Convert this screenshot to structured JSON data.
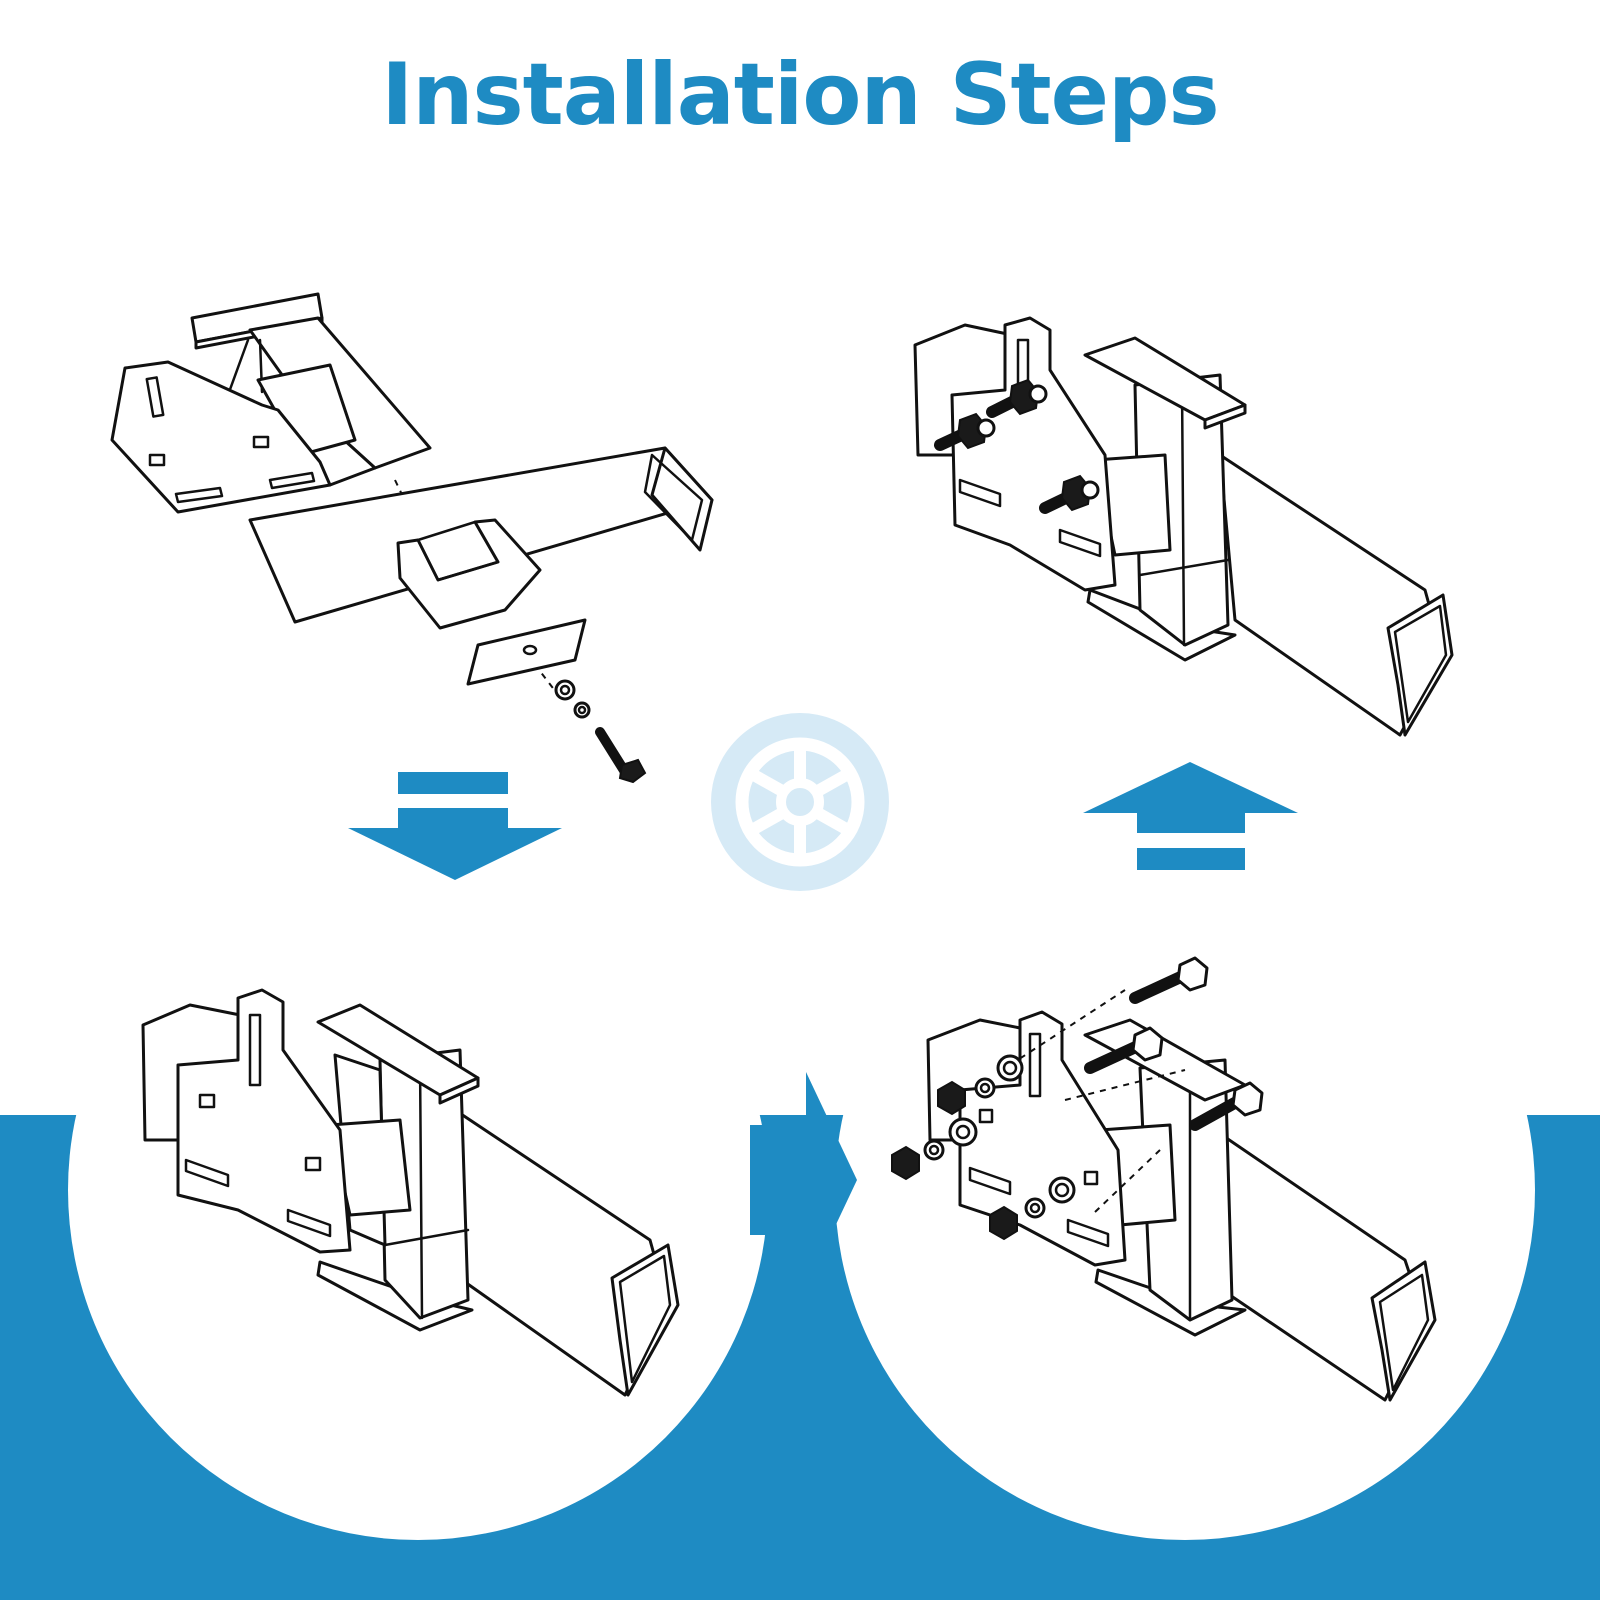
{
  "title": "Installation Steps",
  "colors": {
    "accent": "#1e8bc3",
    "icon_bg": "#d6eaf6",
    "line": "#111111",
    "background": "#ffffff"
  },
  "steps": [
    {
      "position": "top-left",
      "depicts": "exploded-bracket-assembly"
    },
    {
      "position": "bottom-left",
      "depicts": "bracket-mounted-on-tube"
    },
    {
      "position": "bottom-right",
      "depicts": "bolts-washers-nuts-inserted"
    },
    {
      "position": "top-right",
      "depicts": "bolts-tightened-final"
    }
  ],
  "icons": {
    "center": "wheel-icon",
    "arrows": [
      "arrow-down-icon",
      "arrow-right-icon",
      "arrow-up-icon"
    ]
  }
}
